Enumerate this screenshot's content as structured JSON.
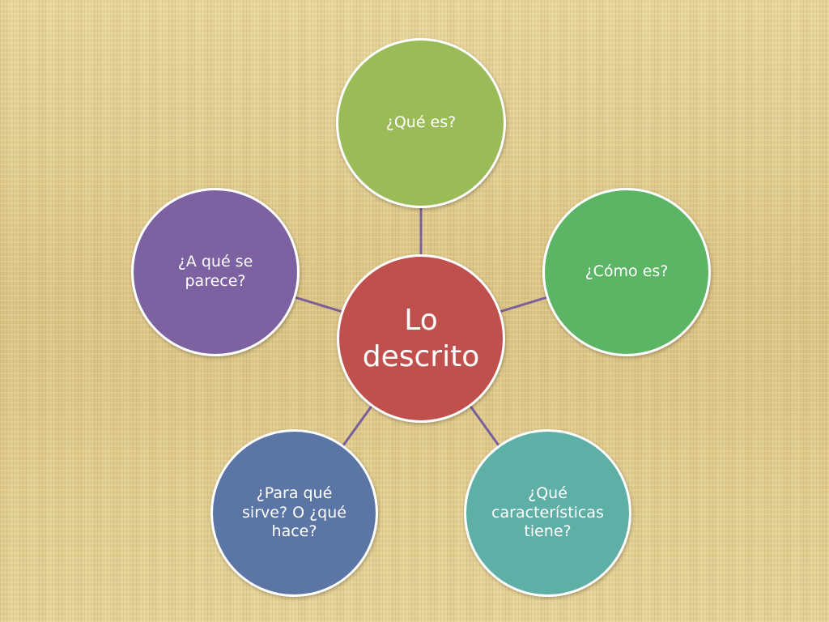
{
  "diagram": {
    "center": {
      "label": "Lo\ndescrito",
      "color": "#c0504d"
    },
    "nodes": [
      {
        "id": "que-es",
        "label": "¿Qué es?",
        "color": "#9bbb59"
      },
      {
        "id": "como-es",
        "label": "¿Cómo es?",
        "color": "#5bb564"
      },
      {
        "id": "caracteristicas",
        "label": "¿Qué\ncaracterísticas\ntiene?",
        "color": "#5eb0a6"
      },
      {
        "id": "para-que-sirve",
        "label": "¿Para qué\nsirve? O ¿qué\nhace?",
        "color": "#5b76a5"
      },
      {
        "id": "a-que-se-parece",
        "label": "¿A qué se\nparece?",
        "color": "#7d62a2"
      }
    ],
    "connector_color": "#7a5f9a"
  }
}
